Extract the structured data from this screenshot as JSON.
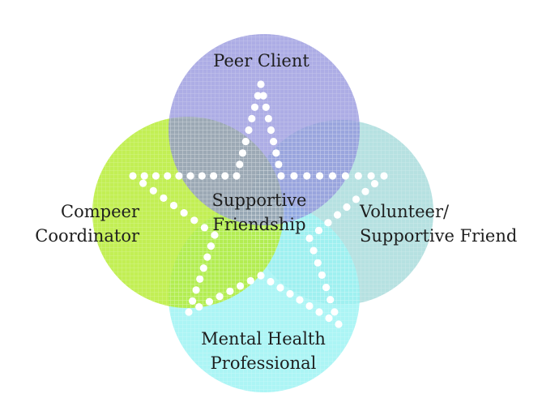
{
  "diagram": {
    "circles": {
      "peer_client": {
        "label": "Peer Client",
        "color": "#8e8edb"
      },
      "compeer_coordinator": {
        "lines": [
          "Compeer",
          "Coordinator"
        ],
        "color": "#b4ec2e"
      },
      "volunteer": {
        "lines": [
          "Volunteer/",
          "Supportive Friend"
        ],
        "color": "#a9dcdc"
      },
      "mental_health_professional": {
        "lines": [
          "Mental Health",
          "Professional"
        ],
        "color": "#9af3f3"
      }
    },
    "center": {
      "lines": [
        "Supportive",
        "Friendship"
      ]
    },
    "star_dot_color": "#ffffff"
  }
}
